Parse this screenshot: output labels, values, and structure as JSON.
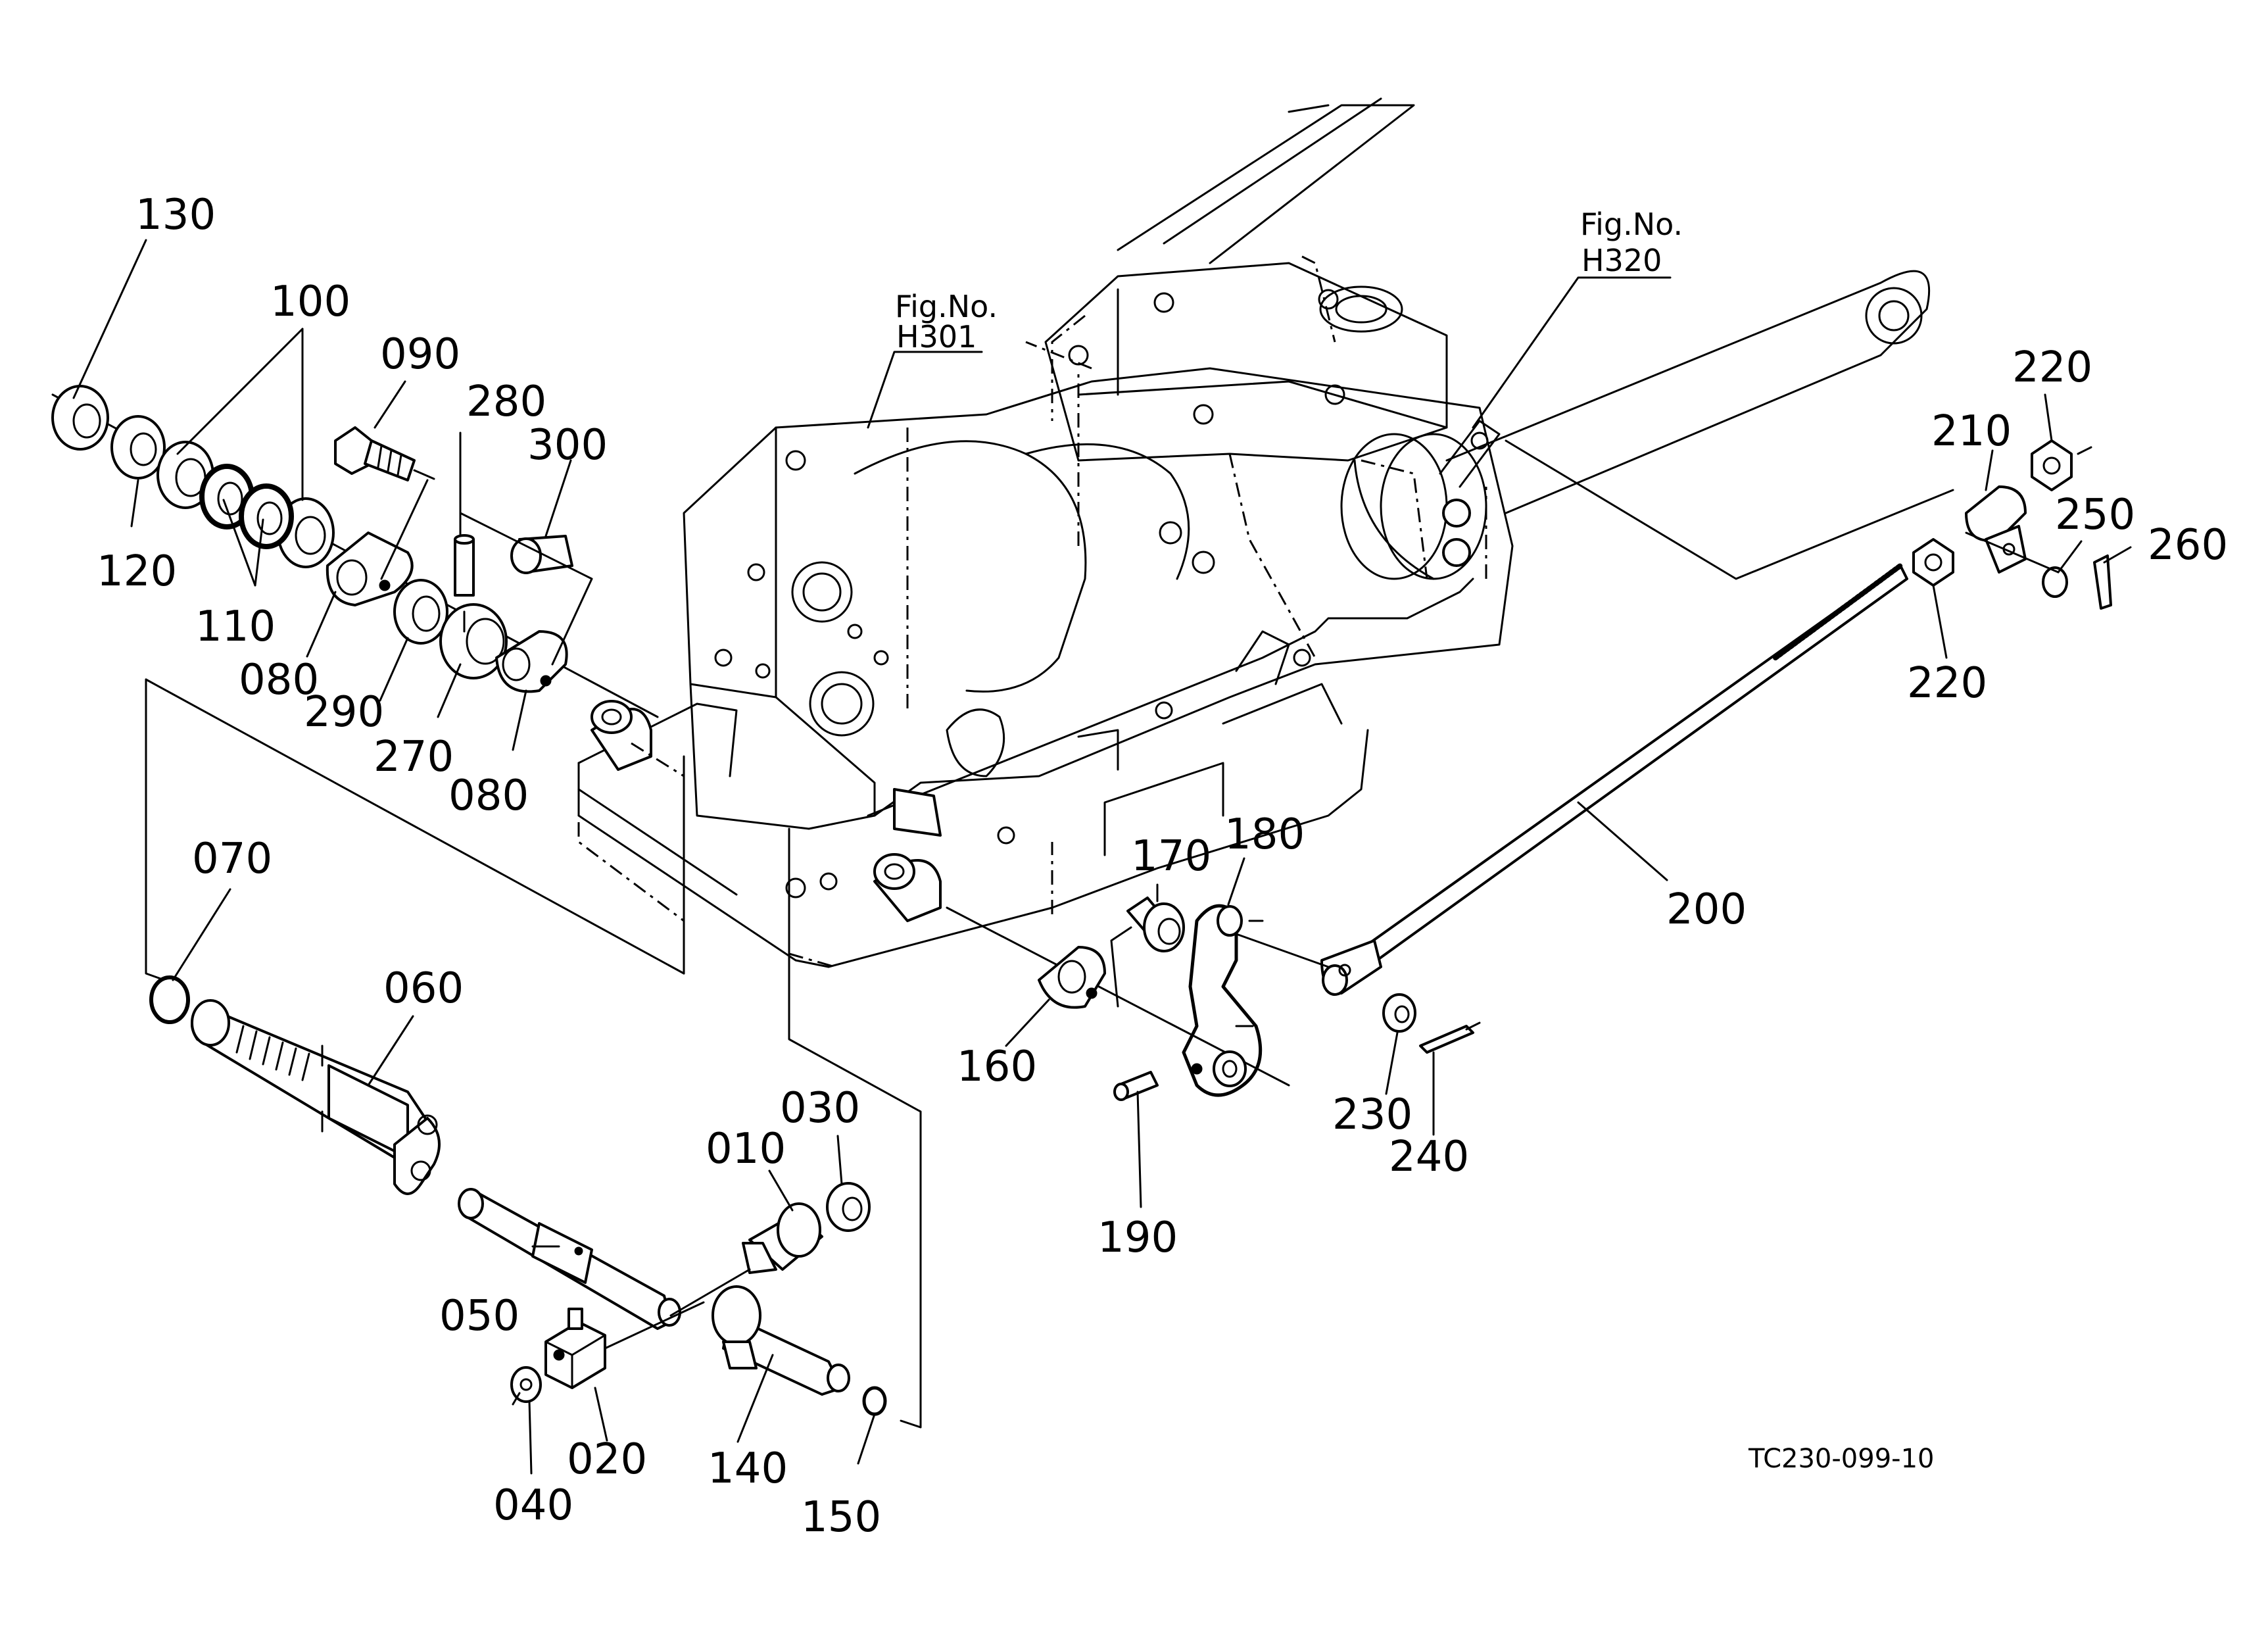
{
  "figure_refs": [
    {
      "line1": "Fig.No.",
      "line2": "H301"
    },
    {
      "line1": "Fig.No.",
      "line2": "H320"
    }
  ],
  "callouts": {
    "p130": "130",
    "p100": "100",
    "p090": "090",
    "p280": "280",
    "p300": "300",
    "p120": "120",
    "p110": "110",
    "p080a": "080",
    "p290": "290",
    "p270": "270",
    "p080b": "080",
    "p070": "070",
    "p060": "060",
    "p030": "030",
    "p010": "010",
    "p050": "050",
    "p020": "020",
    "p040": "040",
    "p140": "140",
    "p150": "150",
    "p160": "160",
    "p170": "170",
    "p180": "180",
    "p190": "190",
    "p200": "200",
    "p210": "210",
    "p220a": "220",
    "p220b": "220",
    "p230": "230",
    "p240": "240",
    "p250": "250",
    "p260": "260"
  },
  "drawing_code": "TC230-099-10"
}
